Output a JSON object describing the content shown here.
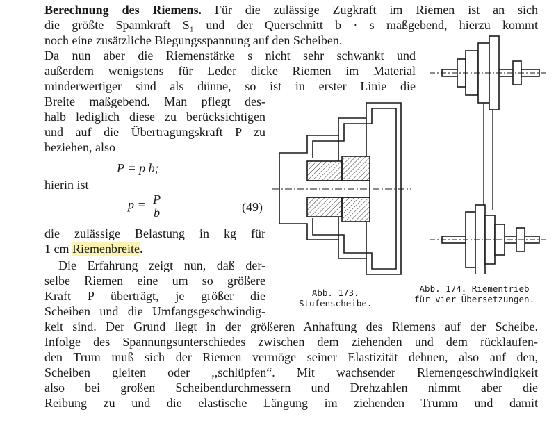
{
  "paragraph1": {
    "heading": "Berechnung des Riemens.",
    "lines": [
      " Für die zulässige Zugkraft im Riemen ist an sich",
      "die größte Spannkraft S₁ und der Querschnitt b · s maßgebend, hierzu kommt",
      "noch eine zusätzliche Biegungsspannung auf den Scheiben.",
      "Da nun aber die Riemenstärke s nicht sehr schwankt und",
      "außerdem wenigstens für Leder dicke Riemen im Material",
      "minderwertiger sind als dünne, so ist in erster Linie die",
      "Breite maßgebend. Man pflegt des-",
      "halb lediglich diese zu berücksichtigen",
      "und auf die Übertragungskraft P zu",
      "beziehen, also"
    ]
  },
  "equation1": {
    "lhs": "P",
    "rhs": "= p b;"
  },
  "hierin": "hierin ist",
  "equation2": {
    "lhs": "p =",
    "num": "P",
    "den": "b",
    "number": "(49)"
  },
  "paragraph2": {
    "line1": "die zulässige Belastung in kg für",
    "line2_prefix": "1 cm ",
    "line2_highlight": "Riemenbreite",
    "line2_suffix": "."
  },
  "paragraph3": {
    "lines": [
      "Die Erfahrung zeigt nun, daß der-",
      "selbe Riemen eine um so größere",
      "Kraft P überträgt, je größer die",
      "Scheiben und die Umfangsgeschwindig-",
      "keit sind. Der Grund liegt in der größeren Anhaftung des Riemens auf der Scheibe.",
      "Infolge des Spannungsunterschiedes zwischen dem ziehenden und dem rücklaufen-",
      "den Trum muß sich der Riemen vermöge seiner Elastizität dehnen, also auf den,",
      "Scheiben gleiten oder ,,schlüpfen“. Mit wachsender Riemengeschwindigkeit",
      "also bei großen Scheibendurchmessern und Drehzahlen nimmt aber die",
      "Reibung zu und die elastische Längung im ziehenden Trumm und damit"
    ]
  },
  "figure173": {
    "label": "Abb. 173.",
    "title": "Stufenscheibe."
  },
  "figure174": {
    "label": "Abb. 174. Riementrieb",
    "title": "für vier Übersetzungen."
  }
}
